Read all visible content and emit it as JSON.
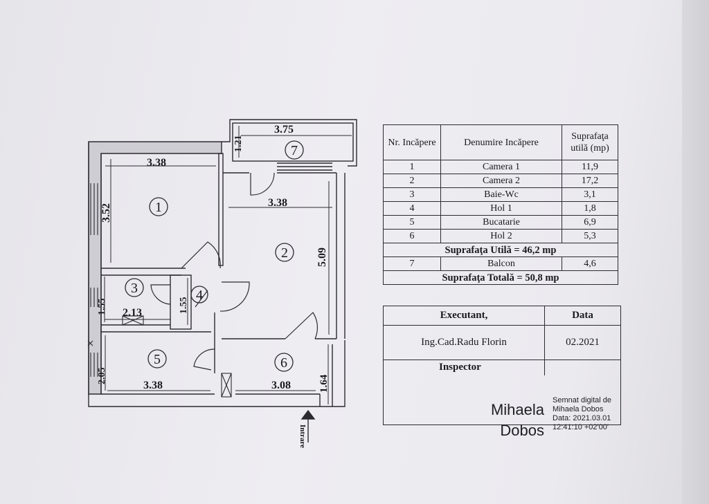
{
  "plan": {
    "dims": {
      "balcony_w": "3.75",
      "balcony_h": "1.21",
      "room1_w": "3.38",
      "room1_h": "3.52",
      "room2_w": "3.38",
      "room2_h": "5.09",
      "bath_w": "2.13",
      "bath_h": "1.55",
      "hall1_h": "1.55",
      "kitchen_w": "3.38",
      "kitchen_h": "2.05",
      "hall2_w": "3.08",
      "hall2_h": "1.64"
    },
    "room_numbers": [
      "1",
      "2",
      "3",
      "4",
      "5",
      "6",
      "7"
    ],
    "entrance_label": "Intrare"
  },
  "table": {
    "headers": [
      "Nr. Incăpere",
      "Denumire Incăpere",
      "Suprafaţa utilă (mp)"
    ],
    "rows": [
      {
        "nr": "1",
        "name": "Camera 1",
        "area": "11,9"
      },
      {
        "nr": "2",
        "name": "Camera 2",
        "area": "17,2"
      },
      {
        "nr": "3",
        "name": "Baie-Wc",
        "area": "3,1"
      },
      {
        "nr": "4",
        "name": "Hol 1",
        "area": "1,8"
      },
      {
        "nr": "5",
        "name": "Bucatarie",
        "area": "6,9"
      },
      {
        "nr": "6",
        "name": "Hol 2",
        "area": "5,3"
      }
    ],
    "useful_total": "Suprafaţa Utilă = 46,2 mp",
    "balcony_row": {
      "nr": "7",
      "name": "Balcon",
      "area": "4,6"
    },
    "grand_total": "Suprafaţa Totală = 50,8 mp"
  },
  "executant": {
    "label": "Executant,",
    "date_label": "Data",
    "name": "Ing.Cad.Radu Florin",
    "date": "02.2021"
  },
  "inspector": {
    "label": "Inspector",
    "signature_name": "Mihaela Dobos",
    "signature_note": [
      "Semnat digital de",
      "Mihaela Dobos",
      "Data: 2021.03.01",
      "12:41:10 +02'00'"
    ]
  }
}
